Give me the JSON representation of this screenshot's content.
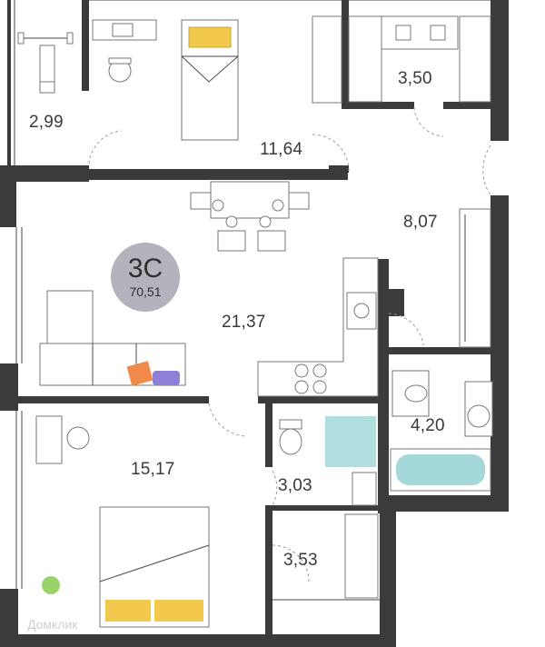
{
  "plan": {
    "apartment_code": "3С",
    "total_area": "70,51",
    "rooms": [
      {
        "id": "balcony",
        "area": "2,99"
      },
      {
        "id": "bedroom-top",
        "area": "11,64"
      },
      {
        "id": "closet-top",
        "area": "3,50"
      },
      {
        "id": "hallway",
        "area": "8,07"
      },
      {
        "id": "living-kitchen",
        "area": "21,37"
      },
      {
        "id": "bathroom",
        "area": "4,20"
      },
      {
        "id": "bedroom-bottom",
        "area": "15,17"
      },
      {
        "id": "toilet",
        "area": "3,03"
      },
      {
        "id": "closet-bottom",
        "area": "3,53"
      }
    ],
    "watermark": "Домклик",
    "colors": {
      "wall": "#3b3b3b",
      "badge": "#b3b3bd",
      "bath": "#8fcfcf",
      "pillow": "#f2c94c",
      "accent_orange": "#f08a4b",
      "accent_purple": "#8d7fd6",
      "plant": "#9bd36b"
    }
  }
}
